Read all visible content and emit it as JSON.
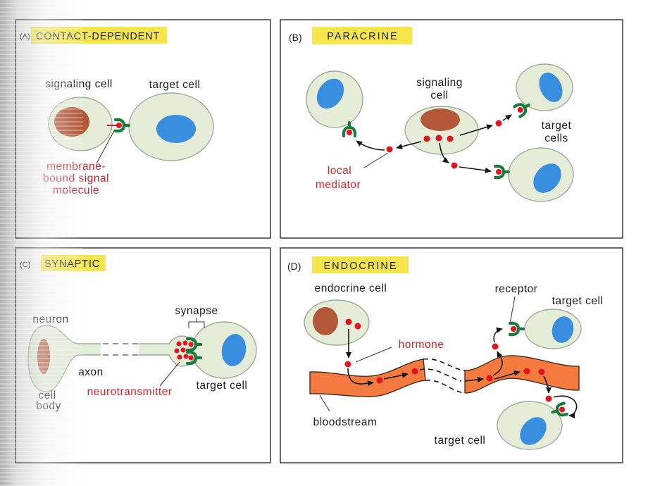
{
  "colors": {
    "highlight": "#f6e64c",
    "cell_fill": "#e5edd8",
    "cell_stroke": "#a2aa9a",
    "nucleus_signaling": "#b4583a",
    "nucleus_target": "#3a8ee0",
    "signal_molecule": "#e2141e",
    "receptor": "#1b7b3d",
    "red_label": "#d4222c",
    "bloodstream": "#f47a40"
  },
  "panel_a": {
    "letter": "(A)",
    "title": "CONTACT-DEPENDENT",
    "signaling_cell_label": "signaling cell",
    "target_cell_label": "target cell",
    "signal_label": [
      "membrane-",
      "bound signal",
      "molecule"
    ]
  },
  "panel_b": {
    "letter": "(B)",
    "title": "PARACRINE",
    "signaling_cell_label": [
      "signaling",
      "cell"
    ],
    "target_cells_label": [
      "target",
      "cells"
    ],
    "mediator_label": [
      "local",
      "mediator"
    ]
  },
  "panel_c": {
    "letter": "(C)",
    "title": "SYNAPTIC",
    "synapse_label": "synapse",
    "neuron_label": "neuron",
    "axon_label": "axon",
    "cell_body_label": [
      "cell",
      "body"
    ],
    "neurotransmitter_label": "neurotransmitter",
    "target_cell_label": "target cell"
  },
  "panel_d": {
    "letter": "(D)",
    "title": "ENDOCRINE",
    "endocrine_cell_label": "endocrine cell",
    "hormone_label": "hormone",
    "receptor_label": "receptor",
    "target_cell_top_label": "target cell",
    "bloodstream_label": "bloodstream",
    "target_cell_bottom_label": "target cell"
  }
}
